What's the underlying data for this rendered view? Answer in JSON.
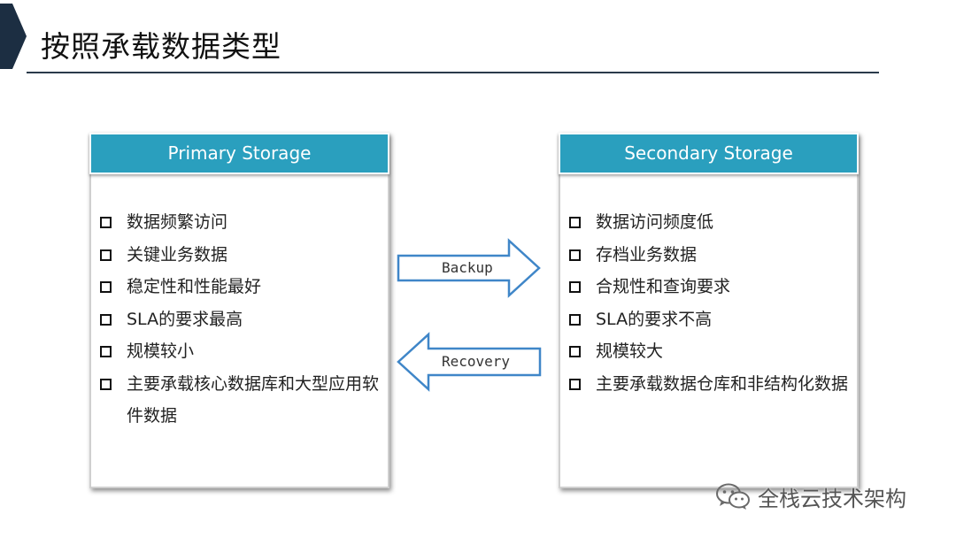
{
  "page": {
    "title": "按照承载数据类型"
  },
  "colors": {
    "header": "#2a9fbe",
    "arrow": "#3f86c8",
    "title_rule": "#2a3a4a",
    "chevron": "#1c2e42"
  },
  "primary": {
    "header": "Primary Storage",
    "items": [
      "数据频繁访问",
      "关键业务数据",
      "稳定性和性能最好",
      "SLA的要求最高",
      "规模较小",
      "主要承载核心数据库和大型应用软件数据"
    ]
  },
  "secondary": {
    "header": "Secondary Storage",
    "items": [
      "数据访问频度低",
      "存档业务数据",
      "合规性和查询要求",
      "SLA的要求不高",
      "规模较大",
      "主要承载数据仓库和非结构化数据"
    ]
  },
  "arrows": {
    "backup_label": "Backup",
    "recovery_label": "Recovery"
  },
  "watermark": {
    "text": "全栈云技术架构",
    "icon": "wechat-icon"
  }
}
